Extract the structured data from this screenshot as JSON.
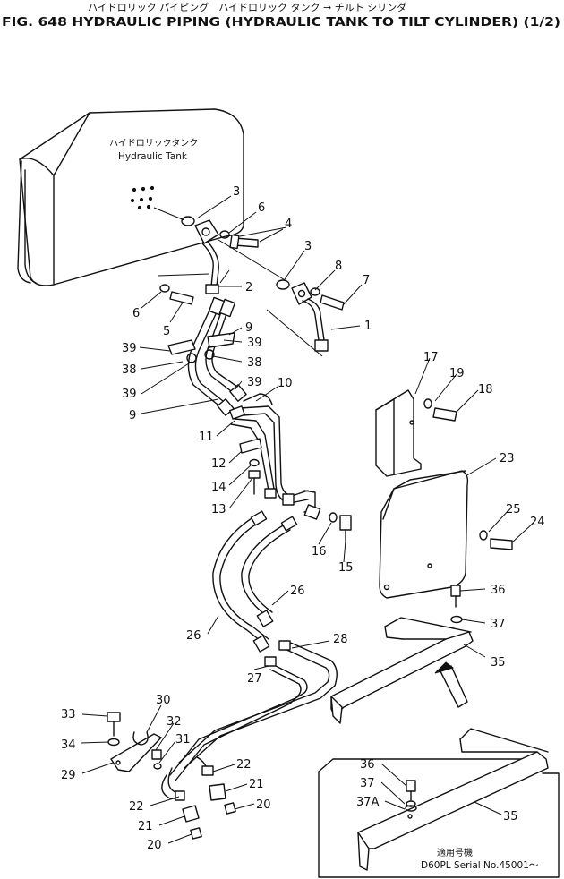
{
  "header": {
    "japanese_title": "ハイドロリック パイピング　ハイドロリック タンク → チルト シリンダ",
    "title": "FIG. 648  HYDRAULIC PIPING (HYDRAULIC TANK TO TILT CYLINDER) (1/2)"
  },
  "tank": {
    "japanese_label": "ハイドロリックタンク",
    "label": "Hydraulic Tank"
  },
  "inset": {
    "japanese_note": "適用号機",
    "serial_note": "D60PL Serial No.45001～"
  },
  "callouts": {
    "c1": "1",
    "c2": "2",
    "c3a": "3",
    "c3b": "3",
    "c4": "4",
    "c5": "5",
    "c6a": "6",
    "c6b": "6",
    "c7": "7",
    "c8": "8",
    "c9a": "9",
    "c9b": "9",
    "c10": "10",
    "c11": "11",
    "c12": "12",
    "c13": "13",
    "c14": "14",
    "c15": "15",
    "c16": "16",
    "c17": "17",
    "c18": "18",
    "c19": "19",
    "c20a": "20",
    "c20b": "20",
    "c21a": "21",
    "c21b": "21",
    "c22a": "22",
    "c22b": "22",
    "c23": "23",
    "c24": "24",
    "c25": "25",
    "c26a": "26",
    "c26b": "26",
    "c27": "27",
    "c28": "28",
    "c29": "29",
    "c30": "30",
    "c31": "31",
    "c32": "32",
    "c33": "33",
    "c34": "34",
    "c35a": "35",
    "c35b": "35",
    "c36a": "36",
    "c36b": "36",
    "c37a": "37",
    "c37b": "37",
    "c37A": "37A",
    "c38a": "38",
    "c38b": "38",
    "c39a": "39",
    "c39b": "39",
    "c39c": "39",
    "c39d": "39"
  }
}
